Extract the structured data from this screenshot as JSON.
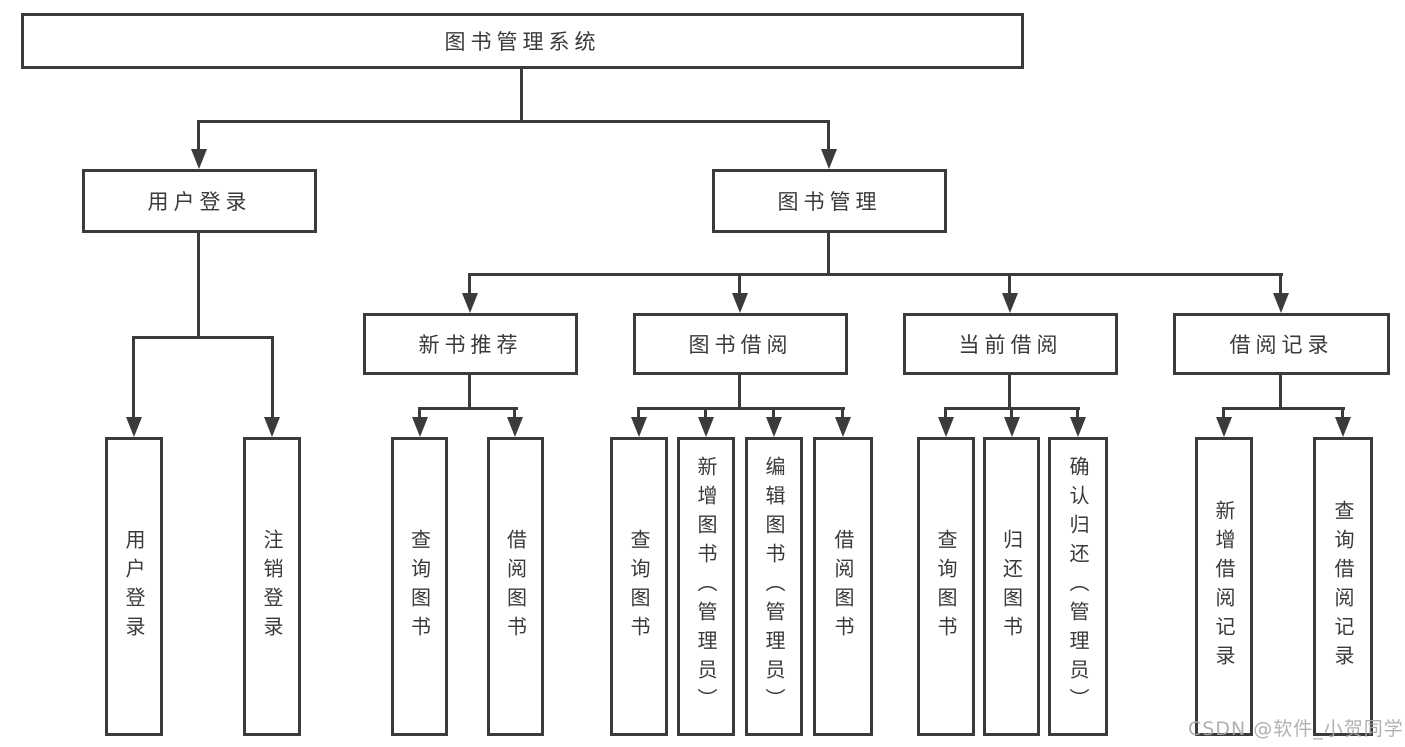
{
  "tree": {
    "label": "图书管理系统",
    "children": [
      {
        "label": "用户登录",
        "children": [
          {
            "label": "用户登录"
          },
          {
            "label": "注销登录"
          }
        ]
      },
      {
        "label": "图书管理",
        "children": [
          {
            "label": "新书推荐",
            "children": [
              {
                "label": "查询图书"
              },
              {
                "label": "借阅图书"
              }
            ]
          },
          {
            "label": "图书借阅",
            "children": [
              {
                "label": "查询图书"
              },
              {
                "label": "新增图书（管理员）"
              },
              {
                "label": "编辑图书（管理员）"
              },
              {
                "label": "借阅图书"
              }
            ]
          },
          {
            "label": "当前借阅",
            "children": [
              {
                "label": "查询图书"
              },
              {
                "label": "归还图书"
              },
              {
                "label": "确认归还（管理员）"
              }
            ]
          },
          {
            "label": "借阅记录",
            "children": [
              {
                "label": "新增借阅记录"
              },
              {
                "label": "查询借阅记录"
              }
            ]
          }
        ]
      }
    ]
  },
  "watermark": "CSDN @软件_小贺同学",
  "colors": {
    "line": "#3b3b3b",
    "text": "#3a3a3a",
    "background": "#ffffff",
    "watermark": "#a8a8a8"
  }
}
